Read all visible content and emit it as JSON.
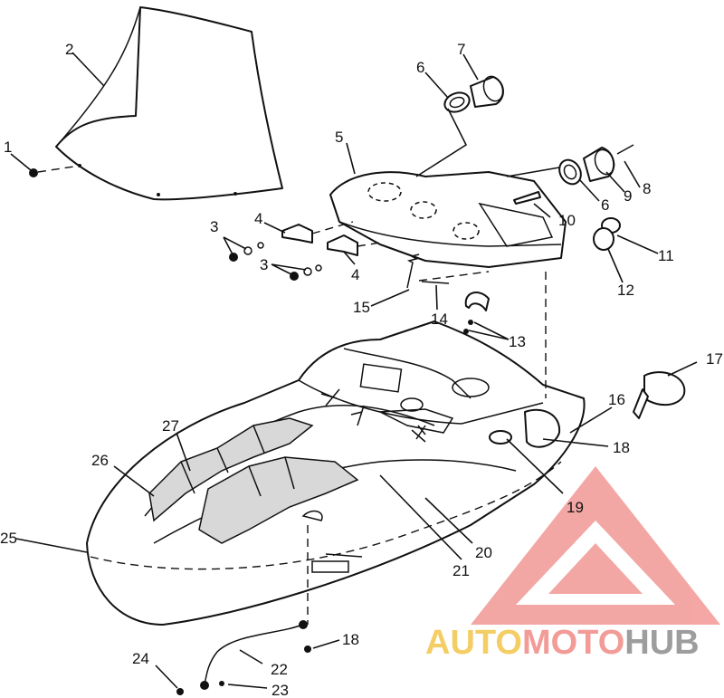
{
  "callouts": [
    {
      "id": "c1",
      "label": "1"
    },
    {
      "id": "c2",
      "label": "2"
    },
    {
      "id": "c3a",
      "label": "3"
    },
    {
      "id": "c3b",
      "label": "3"
    },
    {
      "id": "c4a",
      "label": "4"
    },
    {
      "id": "c4b",
      "label": "4"
    },
    {
      "id": "c5",
      "label": "5"
    },
    {
      "id": "c6a",
      "label": "6"
    },
    {
      "id": "c6b",
      "label": "6"
    },
    {
      "id": "c7",
      "label": "7"
    },
    {
      "id": "c8",
      "label": "8"
    },
    {
      "id": "c9",
      "label": "9"
    },
    {
      "id": "c10",
      "label": "10"
    },
    {
      "id": "c11",
      "label": "11"
    },
    {
      "id": "c12",
      "label": "12"
    },
    {
      "id": "c13",
      "label": "13"
    },
    {
      "id": "c14",
      "label": "14"
    },
    {
      "id": "c15",
      "label": "15"
    },
    {
      "id": "c16",
      "label": "16"
    },
    {
      "id": "c17",
      "label": "17"
    },
    {
      "id": "c18a",
      "label": "18"
    },
    {
      "id": "c18b",
      "label": "18"
    },
    {
      "id": "c19",
      "label": "19"
    },
    {
      "id": "c20",
      "label": "20"
    },
    {
      "id": "c21",
      "label": "21"
    },
    {
      "id": "c22",
      "label": "22"
    },
    {
      "id": "c23",
      "label": "23"
    },
    {
      "id": "c24",
      "label": "24"
    },
    {
      "id": "c25",
      "label": "25"
    },
    {
      "id": "c26",
      "label": "26"
    },
    {
      "id": "c27",
      "label": "27"
    }
  ],
  "watermark": {
    "text_part1": "AUTO",
    "text_part2": "MOTO",
    "text_part3": "HUB",
    "color_light": "#f3c64a",
    "color_mid": "#f08a86",
    "color_dark": "#8c8c8c"
  }
}
